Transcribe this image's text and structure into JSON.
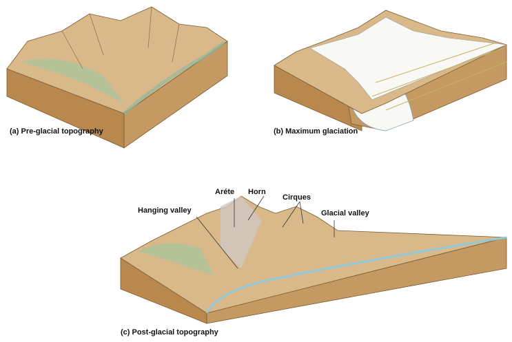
{
  "panels": {
    "a": {
      "caption": "(a) Pre-glacial topography"
    },
    "b": {
      "caption": "(b) Maximum glaciation"
    },
    "c": {
      "caption": "(c) Post-glacial topography",
      "labels": {
        "arete": "Aréte",
        "horn": "Horn",
        "cirques": "Cirques",
        "hanging_valley": "Hanging valley",
        "glacial_valley": "Glacial valley"
      }
    }
  },
  "colors": {
    "top": "#d9b98a",
    "side": "#c49a62",
    "front": "#b8884f",
    "green": "#9cc7a0",
    "ice": "#f8f8f5",
    "water": "#8fc8d8"
  }
}
